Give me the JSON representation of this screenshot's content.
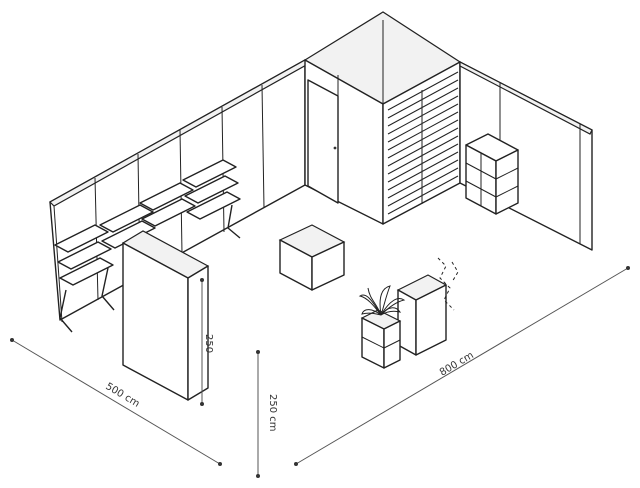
{
  "dimensions": {
    "width_label": "500 cm",
    "length_label": "800 cm",
    "height_label": "250 cm",
    "partition_height_label": "250"
  },
  "colors": {
    "line": "#222222",
    "wall": "#ffffff",
    "dimension": "#555555"
  }
}
